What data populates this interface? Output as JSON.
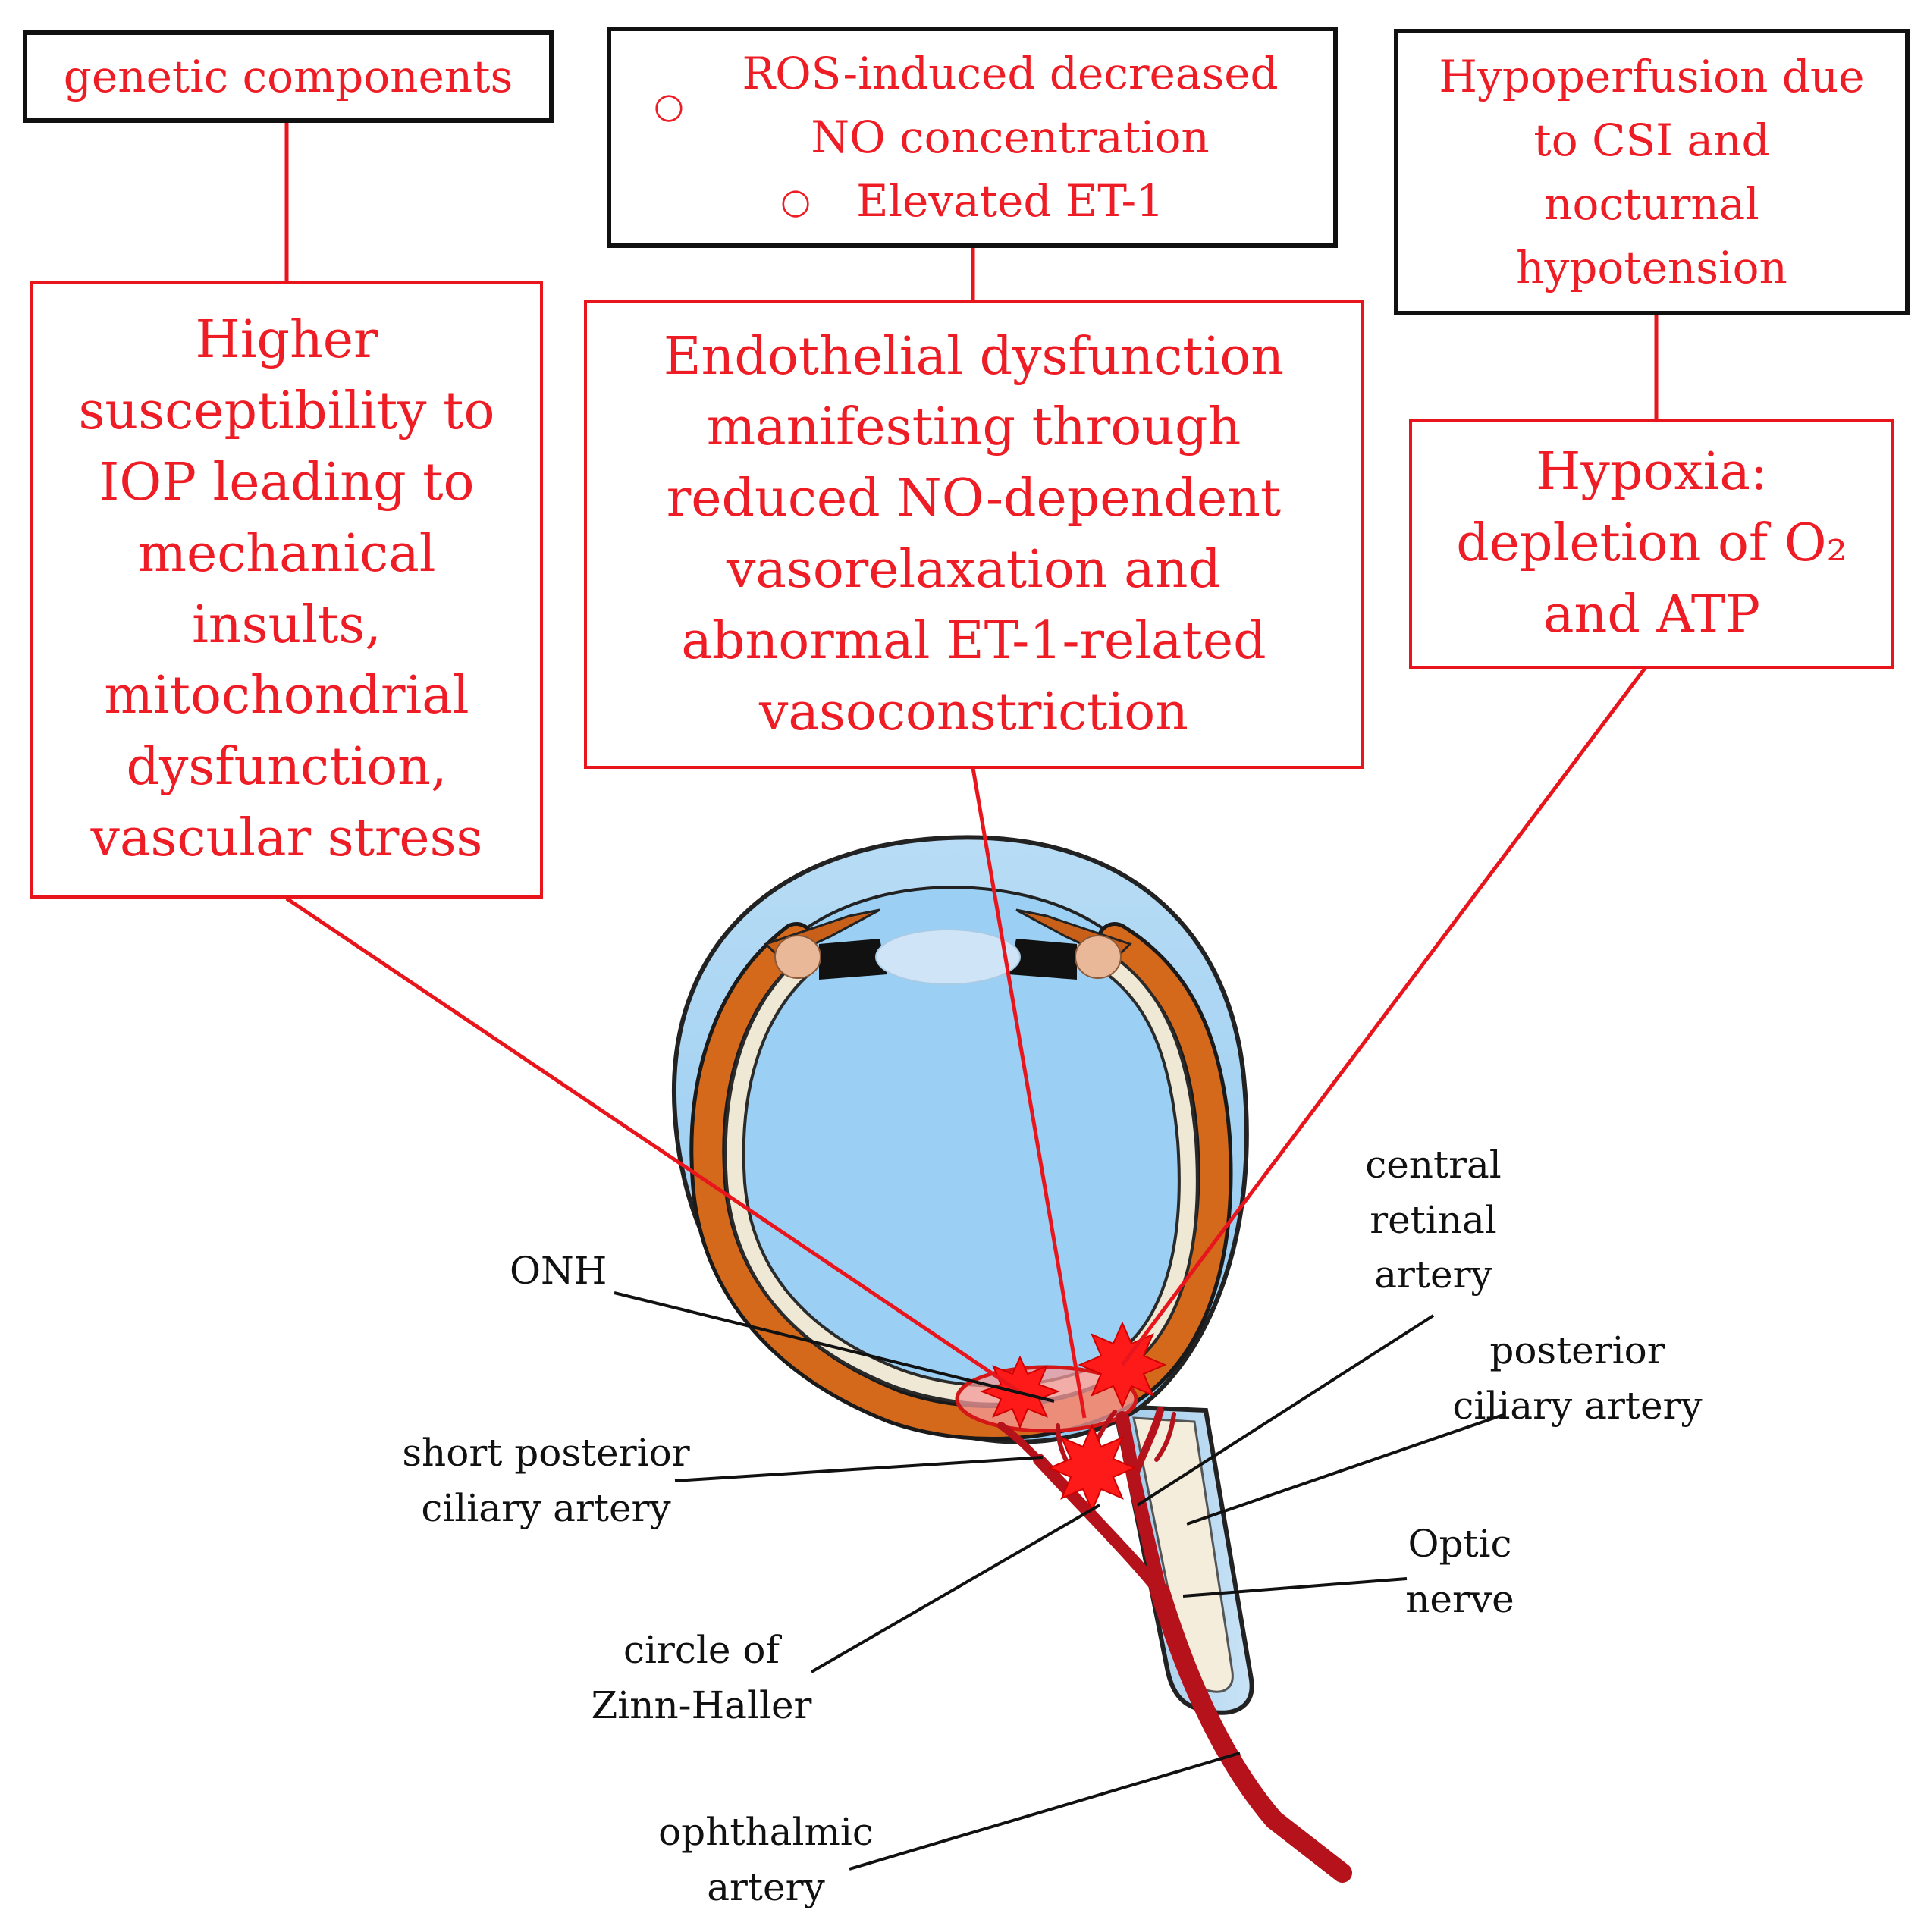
{
  "causes": {
    "genetic": "genetic components",
    "vascular_bullets": [
      "ROS-induced decreased NO concentration",
      "Elevated ET-1"
    ],
    "bullet_symbol": "○",
    "perfusion": "Hypoperfusion due to CSI and nocturnal hypotension"
  },
  "effects": {
    "mechanical": "Higher susceptibility to IOP leading to mechanical insults, mitochondrial dysfunction, vascular stress",
    "endothelial": "Endothelial dysfunction manifesting through reduced NO-dependent vasorelaxation and abnormal ET-1-related vasoconstriction",
    "hypoxia": "Hypoxia: depletion of O₂ and ATP"
  },
  "labels": {
    "onh": "ONH",
    "short_posterior_ciliary_artery": "short posterior ciliary artery",
    "circle_of_zinn_haller": "circle of Zinn-Haller",
    "ophthalmic_artery": "ophthalmic artery",
    "central_retinal_artery": "central retinal artery",
    "posterior_ciliary_artery": "posterior ciliary artery",
    "optic_nerve": "Optic nerve"
  },
  "colors": {
    "cause_border": "#111111",
    "cause_text": "#ee1c24",
    "effect_border": "#e8161c",
    "connector": "#e8161c",
    "eye_outer": "#a7d0ee",
    "eye_inner": "#98cdf2",
    "choroid": "#d4691c",
    "retina": "#efe8d4",
    "artery": "#b5121b",
    "burst": "#ff1a1a"
  }
}
